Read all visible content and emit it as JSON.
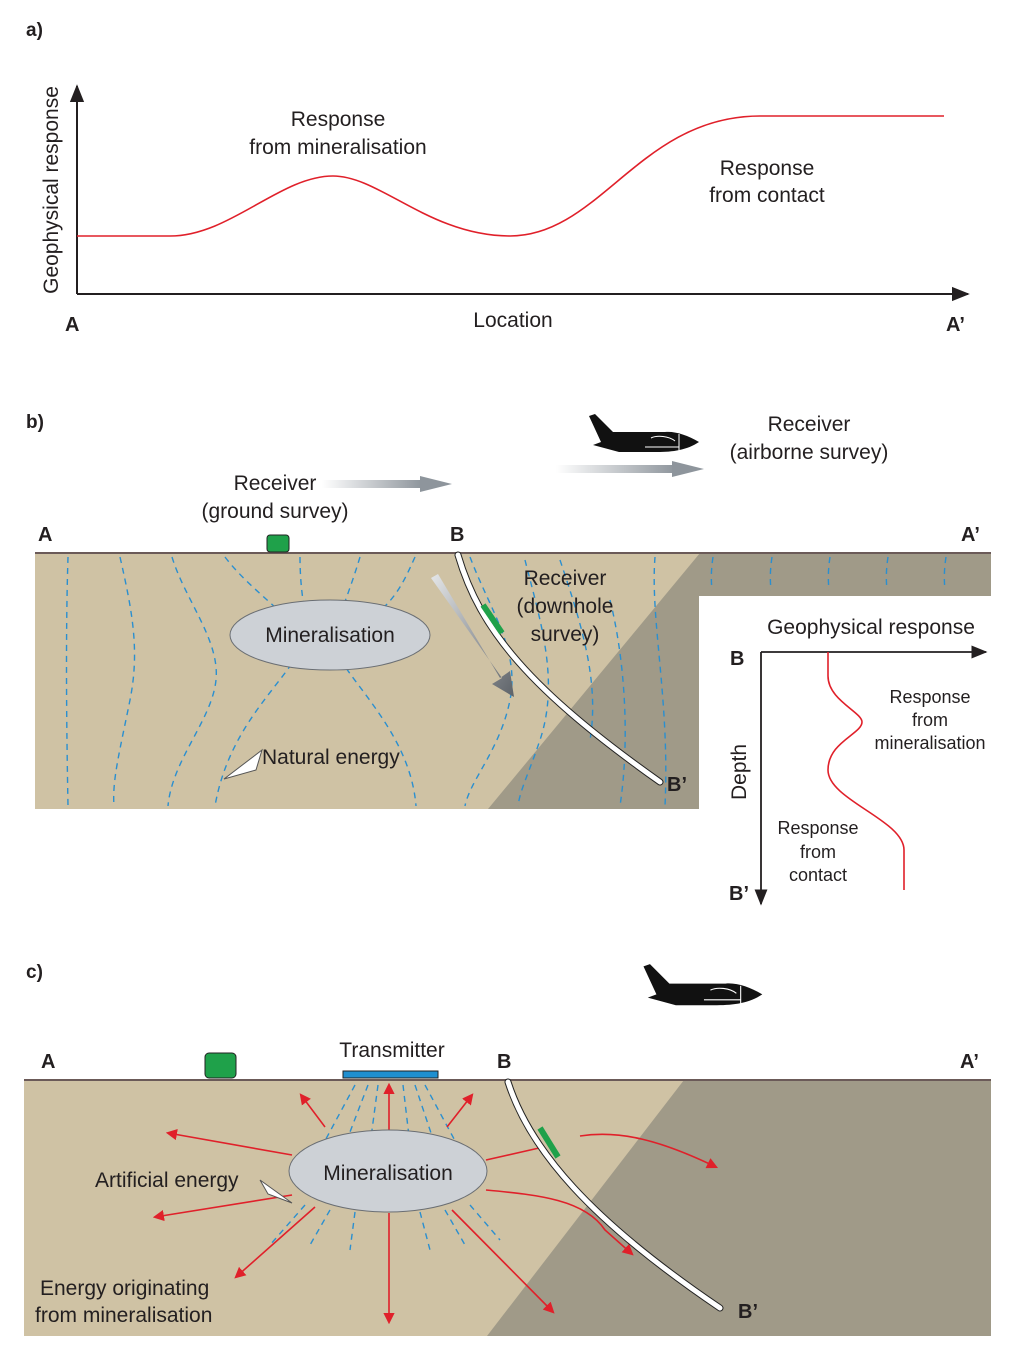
{
  "panel_a": {
    "label": "a)",
    "y_axis_label": "Geophysical response",
    "x_axis_label": "Location",
    "start_label": "A",
    "end_label": "A’",
    "annotation_mineralisation": [
      "Response",
      "from mineralisation"
    ],
    "annotation_contact": [
      "Response",
      "from contact"
    ]
  },
  "panel_b": {
    "label": "b)",
    "ground_receiver": [
      "Receiver",
      "(ground survey)"
    ],
    "airborne_receiver": [
      "Receiver",
      "(airborne survey)"
    ],
    "downhole_receiver": [
      "Receiver",
      "(downhole",
      "survey)"
    ],
    "point_a": "A",
    "point_b": "B",
    "point_a_prime": "A’",
    "point_b_prime": "B’",
    "mineralisation": "Mineralisation",
    "natural_energy": "Natural energy",
    "inset": {
      "title": "Geophysical response",
      "depth_label": "Depth",
      "top_label": "B",
      "bottom_label": "B’",
      "annotation_mineralisation": [
        "Response",
        "from",
        "mineralisation"
      ],
      "annotation_contact": [
        "Response",
        "from",
        "contact"
      ]
    }
  },
  "panel_c": {
    "label": "c)",
    "transmitter": "Transmitter",
    "point_a": "A",
    "point_b": "B",
    "point_a_prime": "A’",
    "point_b_prime": "B’",
    "mineralisation": "Mineralisation",
    "artificial_energy": "Artificial energy",
    "energy_origin": [
      "Energy originating",
      "from mineralisation"
    ]
  },
  "colors": {
    "host_rock": "#cfc2a4",
    "contact_rock": "#a09a88",
    "mineralisation_body": "#cdd1d6",
    "response_curve": "#e0202a",
    "field_lines": "#2a8fd0",
    "receiver": "#1fa14a",
    "transmitter": "#1f8fd0",
    "energy_arrows": "#e0202a"
  }
}
